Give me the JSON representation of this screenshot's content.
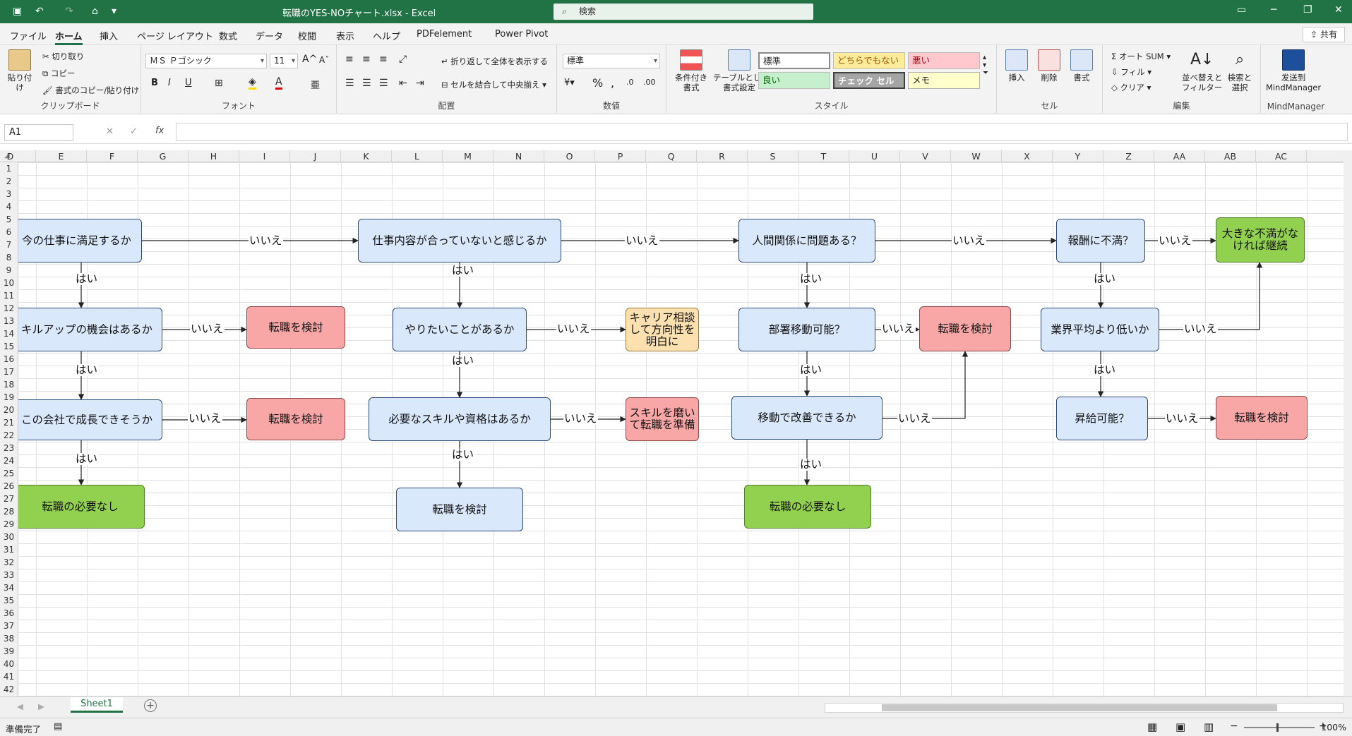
{
  "app": {
    "title": "転職のYES-NOチャート.xlsx  -  Excel",
    "search_placeholder": "検索",
    "share_label": "共有",
    "accent": "#217346"
  },
  "menu": {
    "tabs": [
      "ファイル",
      "ホーム",
      "挿入",
      "ページ レイアウト",
      "数式",
      "データ",
      "校閲",
      "表示",
      "ヘルプ",
      "PDFelement",
      "Power Pivot"
    ],
    "active": "ホーム"
  },
  "ribbon": {
    "clipboard": {
      "paste": "貼り付け",
      "cut": "切り取り",
      "copy": "コピー",
      "format_painter": "書式のコピー/貼り付け",
      "label": "クリップボード"
    },
    "font": {
      "name": "ＭＳ Ｐゴシック",
      "size": "11",
      "bold": "B",
      "italic": "I",
      "underline": "U",
      "label": "フォント"
    },
    "alignment": {
      "wrap": "折り返して全体を表示する",
      "merge": "セルを結合して中央揃え",
      "label": "配置"
    },
    "number": {
      "format": "標準",
      "percent": "%",
      "label": "数値"
    },
    "styles": {
      "conditional": "条件付き\n書式",
      "table": "テーブルとして\n書式設定",
      "cells": [
        "標準",
        "どちらでもない",
        "悪い",
        "良い",
        "チェック セル",
        "メモ"
      ],
      "label": "スタイル"
    },
    "cells": {
      "insert": "挿入",
      "delete": "削除",
      "format": "書式",
      "label": "セル"
    },
    "editing": {
      "autosum": "オート SUM",
      "fill": "フィル",
      "clear": "クリア",
      "sort": "並べ替えと\nフィルター",
      "find": "検索と\n選択",
      "label": "編集"
    },
    "mindmanager": {
      "send": "发送到\nMindManager",
      "label": "MindManager"
    }
  },
  "formula_bar": {
    "name_box": "A1",
    "fx": "fx",
    "value": ""
  },
  "columns": [
    "D",
    "E",
    "F",
    "G",
    "H",
    "I",
    "J",
    "K",
    "L",
    "M",
    "N",
    "O",
    "P",
    "Q",
    "R",
    "S",
    "T",
    "U",
    "V",
    "W",
    "X",
    "Y",
    "Z",
    "AA",
    "AB",
    "AC"
  ],
  "rows": [
    "1",
    "2",
    "3",
    "4",
    "5",
    "6",
    "7",
    "8",
    "9",
    "10",
    "11",
    "12",
    "13",
    "14",
    "15",
    "16",
    "17",
    "18",
    "19",
    "20",
    "21",
    "22",
    "23",
    "24",
    "25",
    "26",
    "27",
    "28",
    "29",
    "30",
    "31",
    "32",
    "33",
    "34",
    "35",
    "36",
    "37",
    "38",
    "39",
    "40",
    "41",
    "42"
  ],
  "flowchart": {
    "nodes": {
      "q1": "今の仕事に満足するか",
      "q2": "キルアップの機会はあるか",
      "q3": "この会社で成長できそうか",
      "r1": "転職の必要なし",
      "c1": "転職を検討",
      "c2": "転職を検討",
      "k1": "仕事内容が合っていないと感じるか",
      "k2": "やりたいことがあるか",
      "k3": "必要なスキルや資格はあるか",
      "k4": "転職を検討",
      "p1": "キャリア相談して方向性を明白に",
      "p2": "スキルを磨いて転職を準備",
      "s1": "人間関係に問題ある？",
      "s2": "部署移動可能？",
      "s3": "移動で改善できるか",
      "s4": "転職の必要なし",
      "u1": "転職を検討",
      "x1": "報酬に不満？",
      "x2": "業界平均より低いか",
      "x3": "昇給可能？",
      "a1": "大きな不満がなければ継続",
      "a2": "転職を検討"
    },
    "yes": "はい",
    "no": "いいえ",
    "colors": {
      "question": "#dae8fc",
      "consider": "#f8a6a6",
      "keep": "#92d050",
      "advice": "#fce0b0"
    }
  },
  "sheet": {
    "tab": "Sheet1"
  },
  "status": {
    "ready": "準備完了",
    "zoom": "100%"
  }
}
